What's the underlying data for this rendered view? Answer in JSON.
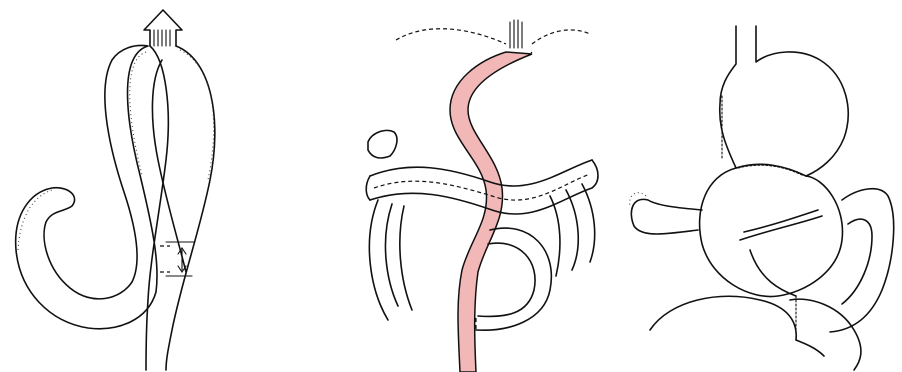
{
  "figure": {
    "panels": [
      {
        "name": "roux-en-y-limb-panel"
      },
      {
        "name": "antecolic-reconstruction-panel"
      },
      {
        "name": "gastrojejunal-anastomosis-panel"
      }
    ],
    "colors": {
      "outline": "#111111",
      "highlight_limb": "#f2b8b8",
      "background": "#ffffff"
    }
  }
}
